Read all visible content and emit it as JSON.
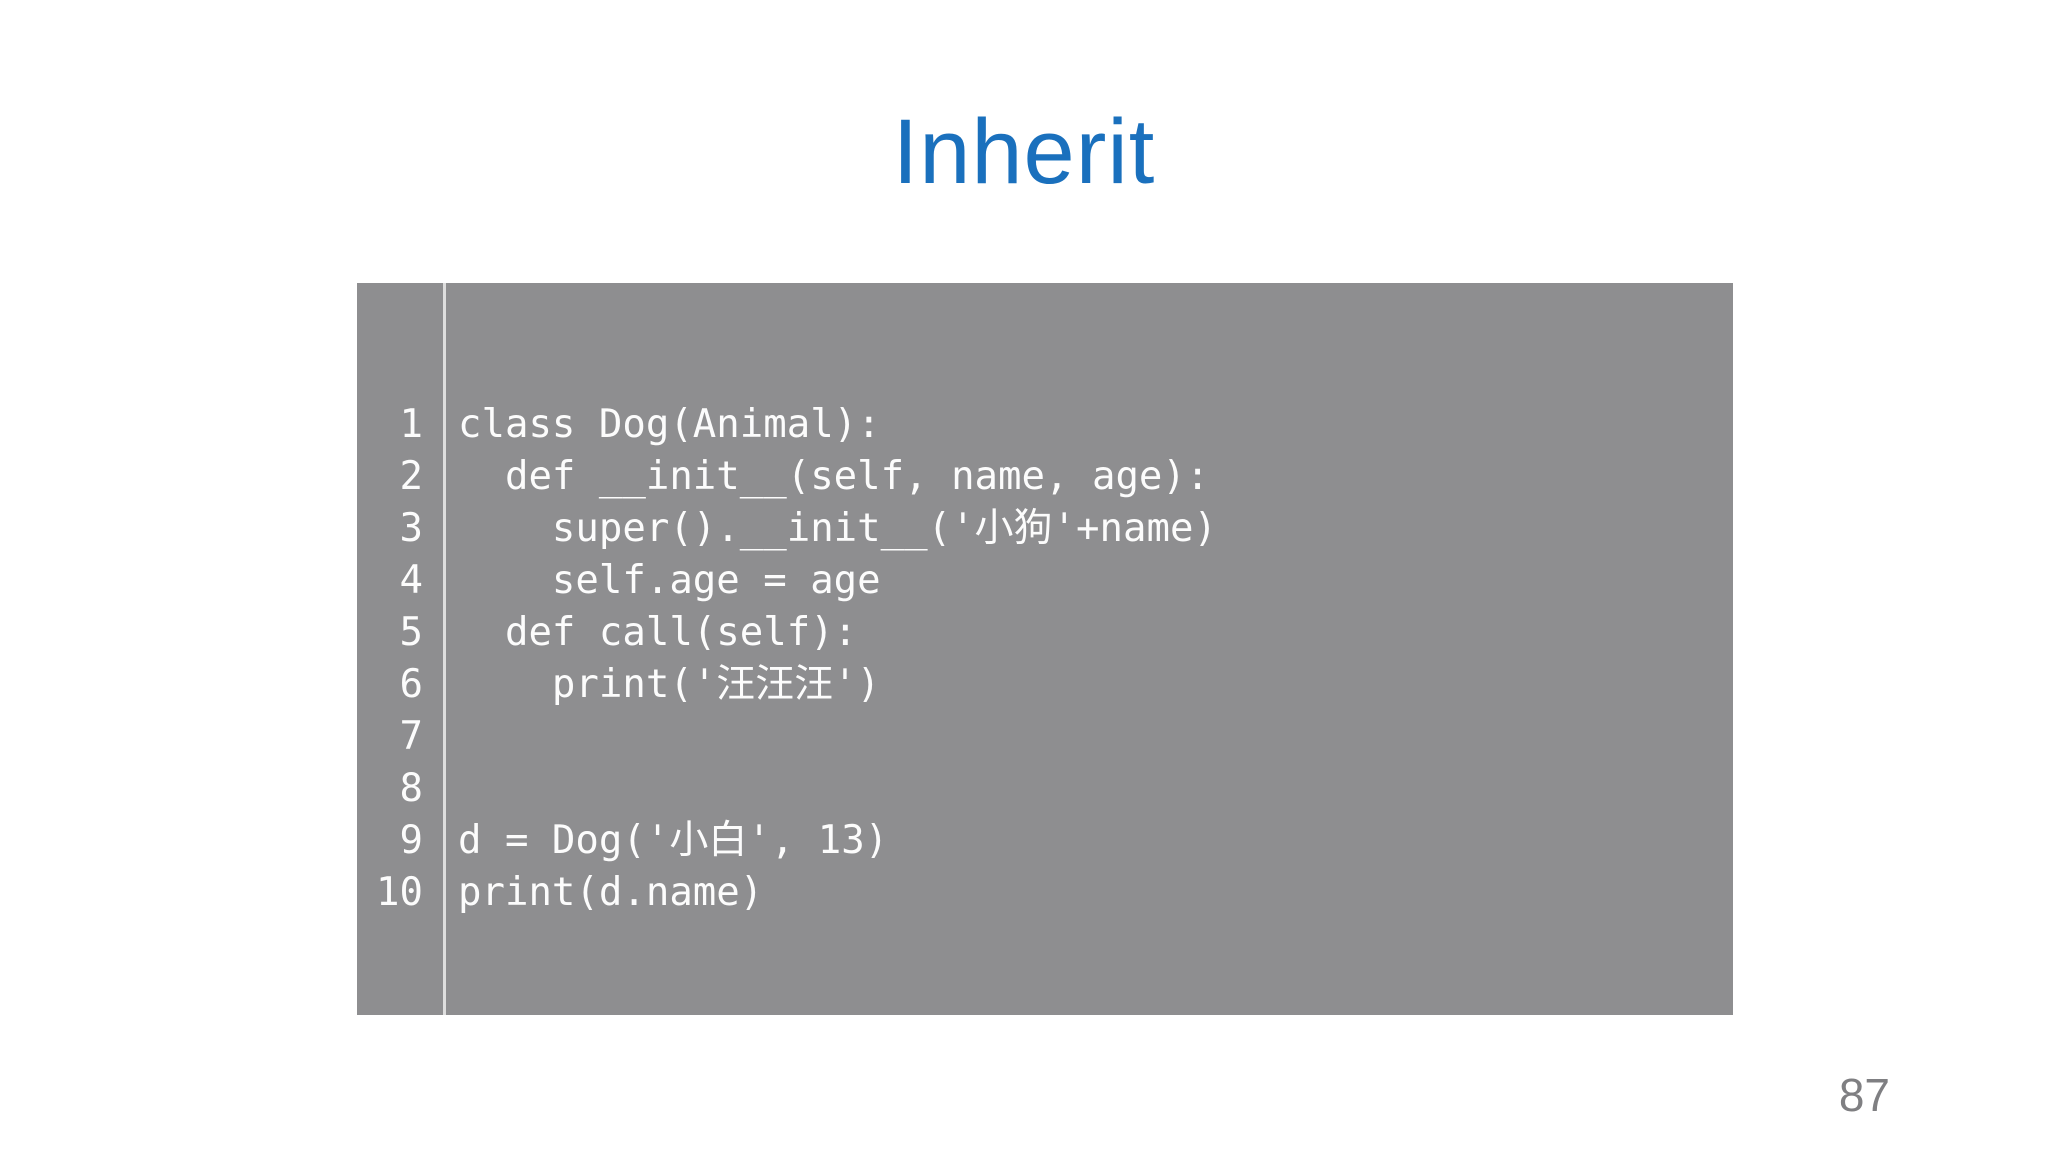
{
  "slide": {
    "title": "Inherit",
    "page_number": "87",
    "colors": {
      "title_accent": "#1a70bd",
      "code_box_background": "#8e8e90",
      "code_text": "#fcfcfc",
      "gutter_divider": "#dedede",
      "page_number_text": "#7f7f82",
      "slide_background": "#ffffff"
    }
  },
  "code_block": {
    "language": "python",
    "lines": [
      {
        "number": "1",
        "code": "class Dog(Animal):"
      },
      {
        "number": "2",
        "code": "  def __init__(self, name, age):"
      },
      {
        "number": "3",
        "code": "    super().__init__('小狗'+name)"
      },
      {
        "number": "4",
        "code": "    self.age = age"
      },
      {
        "number": "5",
        "code": "  def call(self):"
      },
      {
        "number": "6",
        "code": "    print('汪汪汪')"
      },
      {
        "number": "7",
        "code": ""
      },
      {
        "number": "8",
        "code": ""
      },
      {
        "number": "9",
        "code": "d = Dog('小白', 13)"
      },
      {
        "number": "10",
        "code": "print(d.name)"
      }
    ]
  }
}
